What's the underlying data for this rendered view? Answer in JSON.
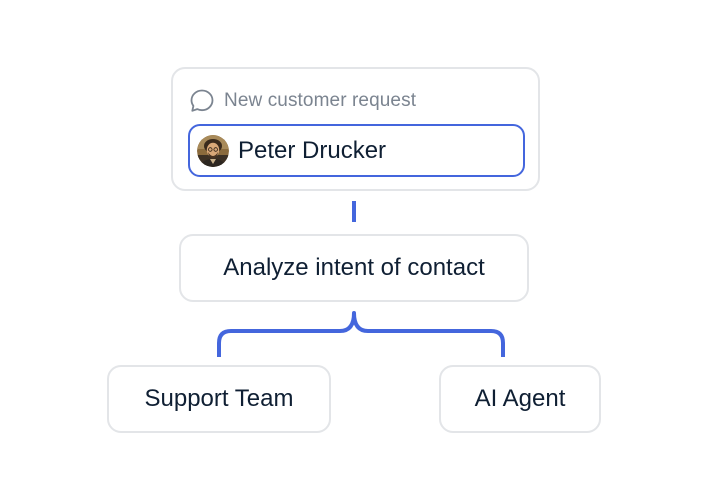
{
  "trigger": {
    "icon": "chat-bubble-icon",
    "label": "New customer request",
    "contact_name": "Peter Drucker",
    "contact_avatar": "avatar-photo"
  },
  "analyze": {
    "label": "Analyze intent of contact"
  },
  "branches": [
    {
      "label": "Support Team"
    },
    {
      "label": "AI Agent"
    }
  ],
  "colors": {
    "accent": "#4466dd",
    "card_border": "#e3e5e8",
    "text": "#0f1f33",
    "muted_text": "#7b8490"
  }
}
